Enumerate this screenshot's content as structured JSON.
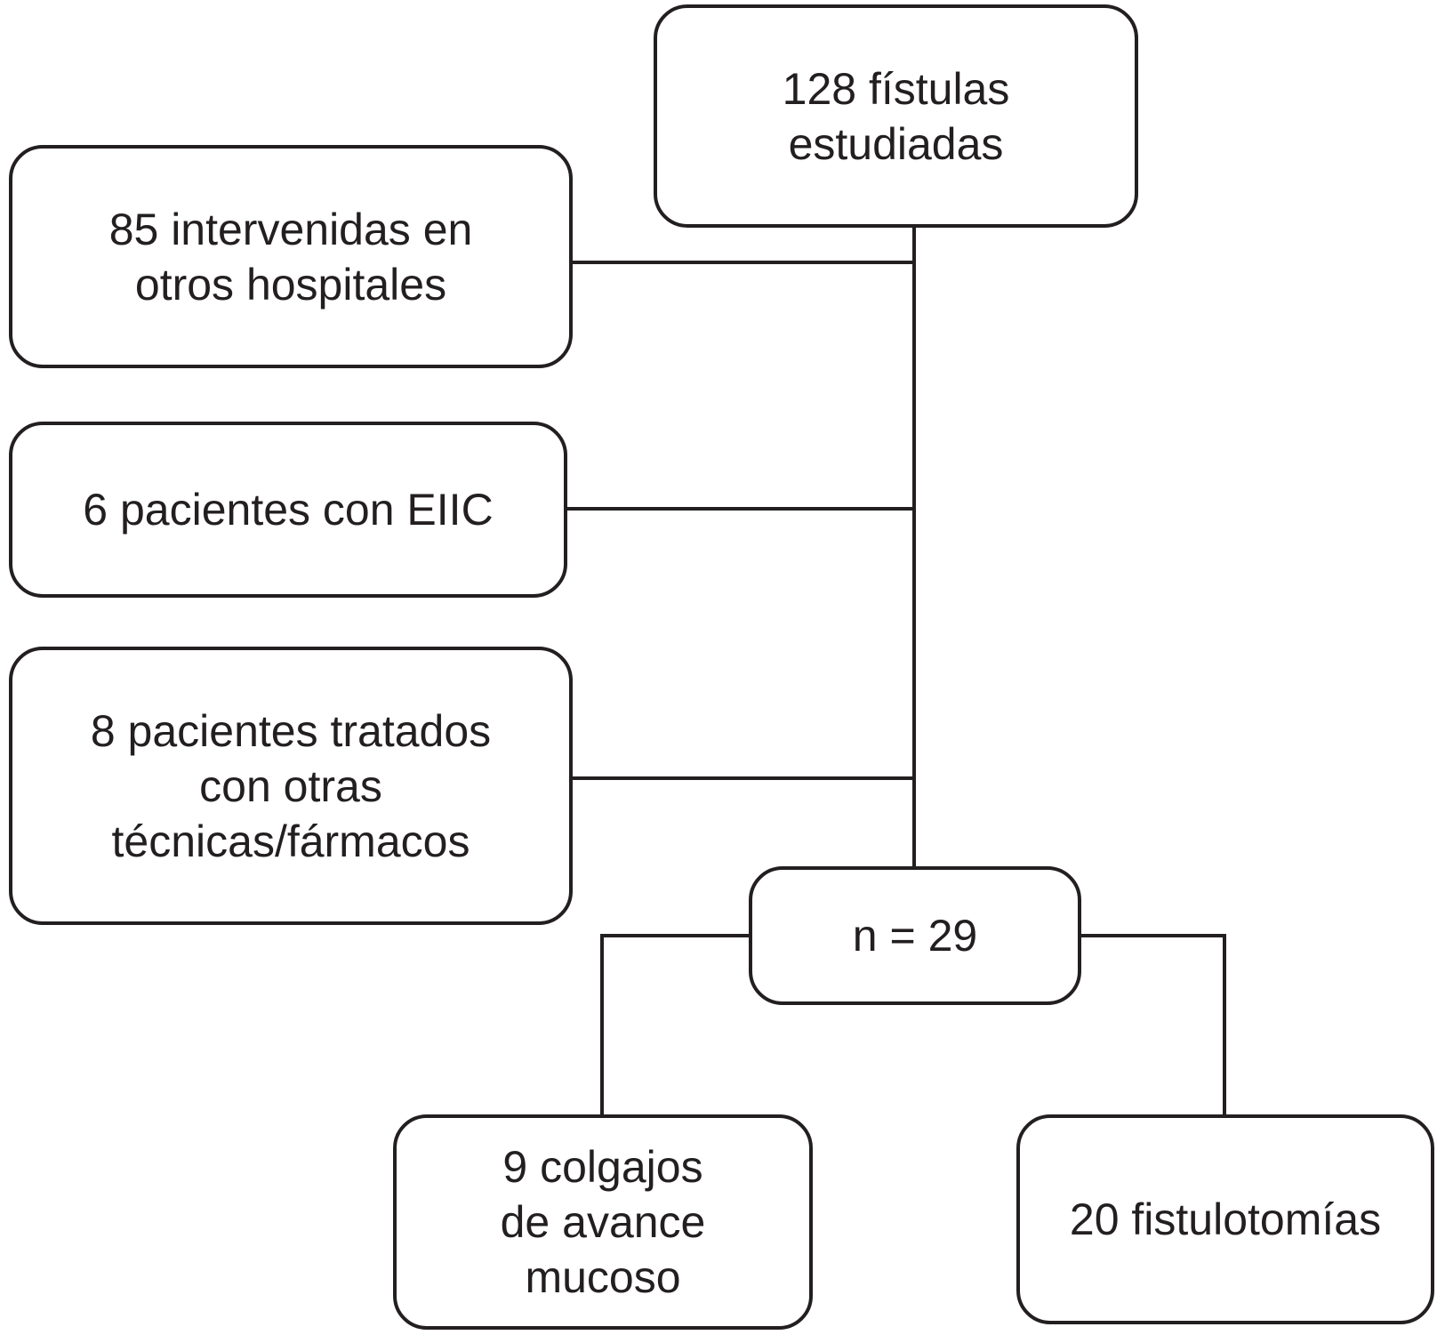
{
  "diagram": {
    "type": "flowchart",
    "language": "es",
    "colors": {
      "background": "#ffffff",
      "border": "#231f20",
      "text": "#231f20",
      "connector": "#231f20"
    },
    "nodes": {
      "total": {
        "text": "128 fístulas\nestudiadas"
      },
      "excluded_other_hospitals": {
        "text": "85 intervenidas en\notros hospitales"
      },
      "excluded_eiic": {
        "text": "6 pacientes con EIIC"
      },
      "excluded_other_techniques": {
        "text": "8 pacientes tratados\ncon otras\ntécnicas/fármacos"
      },
      "included": {
        "text": "n = 29"
      },
      "mucosal_advancement_flaps": {
        "text": "9 colgajos\nde avance\nmucoso"
      },
      "fistulotomies": {
        "text": "20 fistulotomías"
      }
    },
    "edges": [
      {
        "from": "total",
        "to": "included"
      },
      {
        "from": "excluded_other_hospitals",
        "to": "trunk"
      },
      {
        "from": "excluded_eiic",
        "to": "trunk"
      },
      {
        "from": "excluded_other_techniques",
        "to": "trunk"
      },
      {
        "from": "included",
        "to": "mucosal_advancement_flaps"
      },
      {
        "from": "included",
        "to": "fistulotomies"
      }
    ]
  }
}
